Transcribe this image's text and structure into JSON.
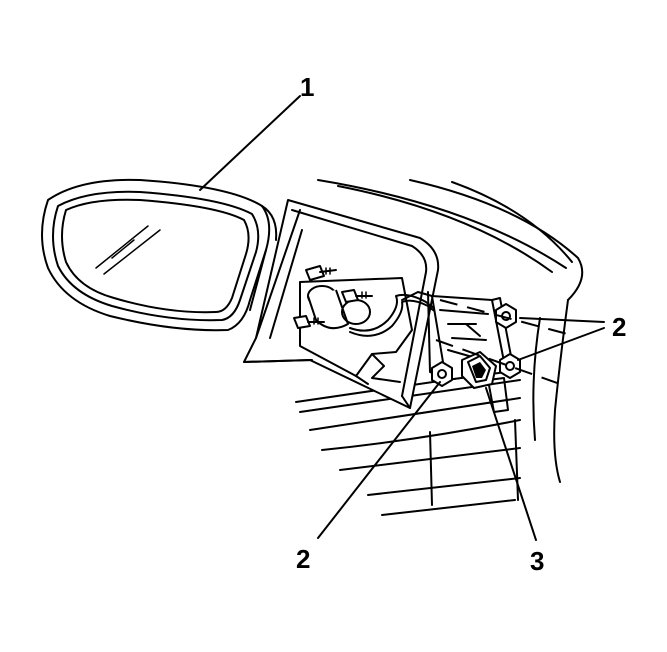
{
  "callouts": [
    {
      "id": "mirror",
      "label": "1"
    },
    {
      "id": "nut-upper",
      "label": "2"
    },
    {
      "id": "nut-lower",
      "label": "2"
    },
    {
      "id": "connector",
      "label": "3"
    }
  ]
}
